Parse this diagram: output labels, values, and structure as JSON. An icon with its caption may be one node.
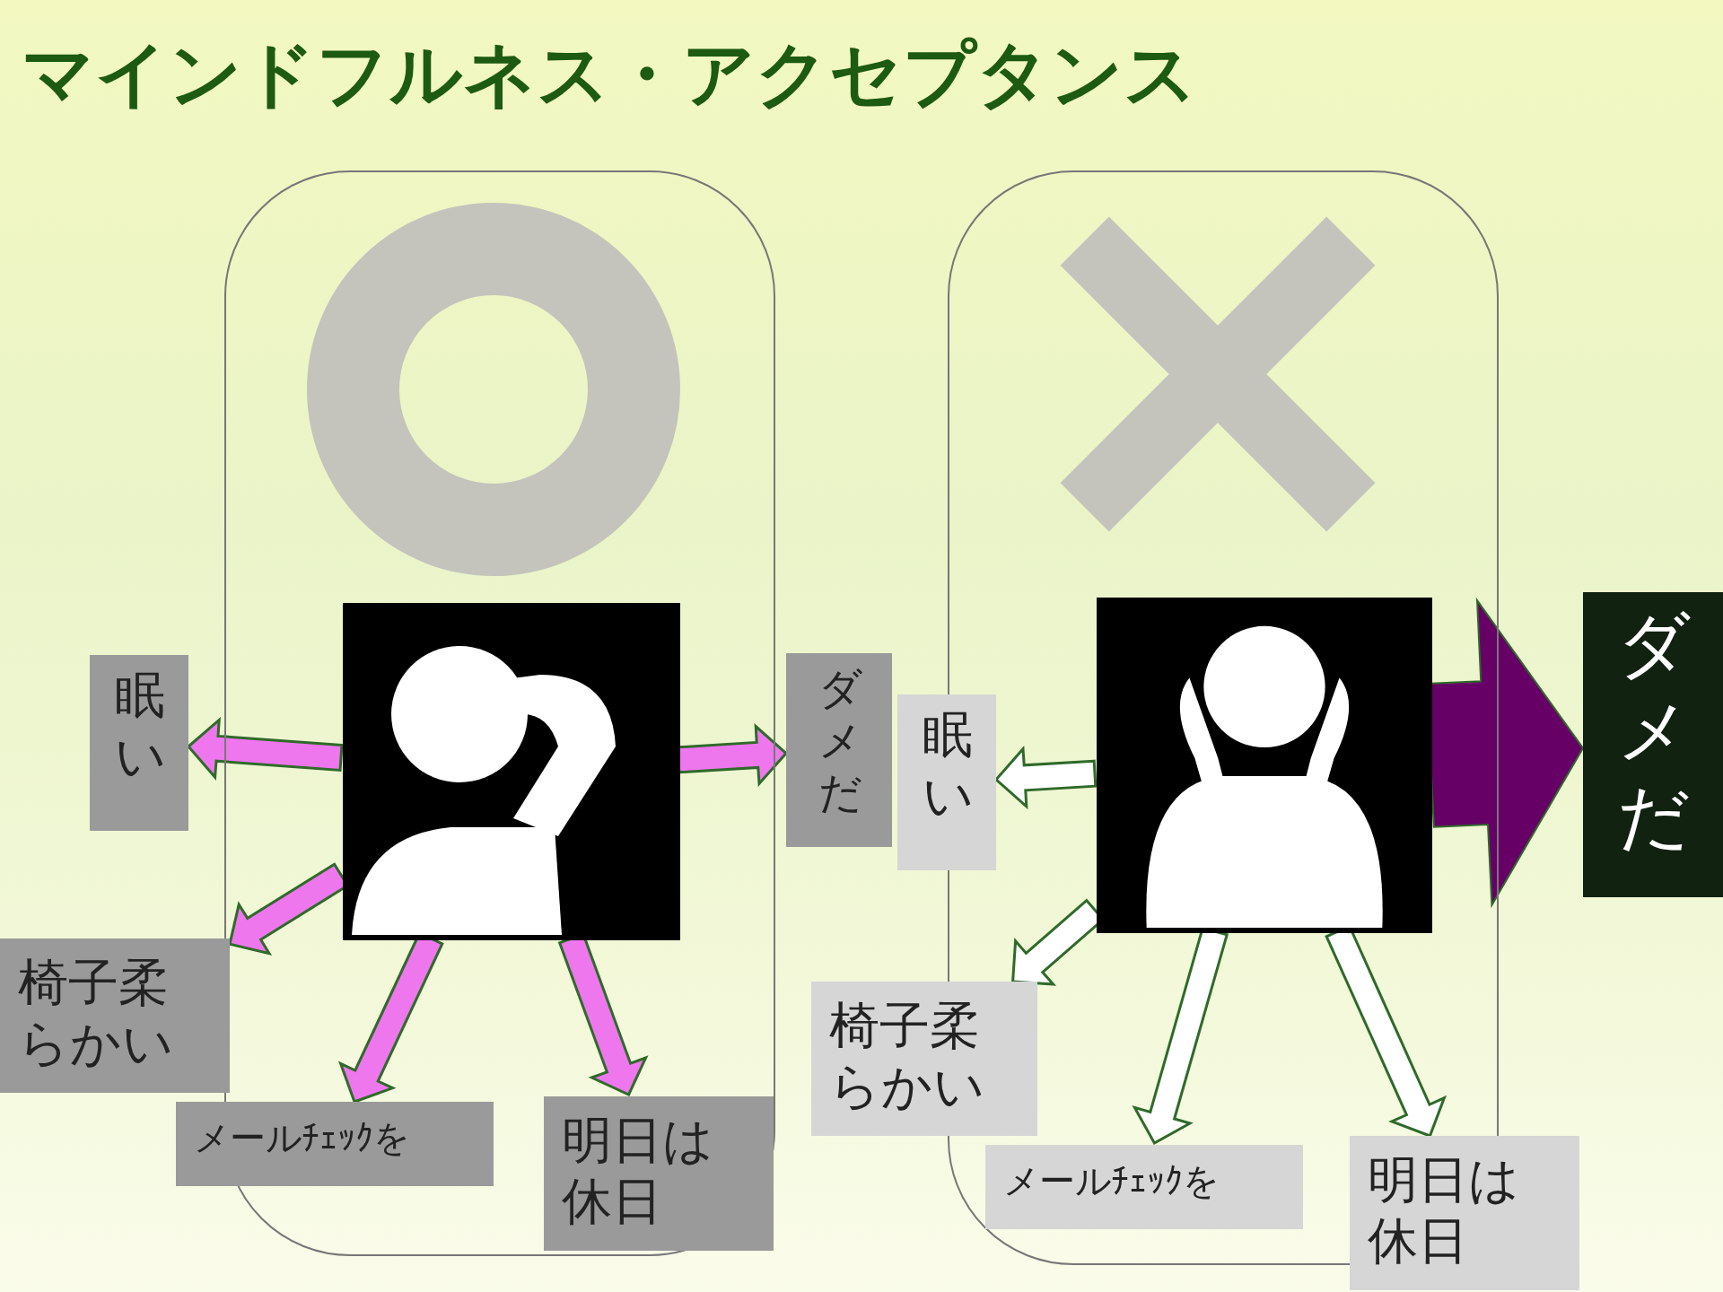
{
  "diagram": {
    "title": "マインドフルネス・アクセプタンス",
    "nodes": [
      {
        "text": [],
        "shape": "box"
      },
      {
        "text": [],
        "shape": "circle",
        "in": 0
      },
      {
        "text": [],
        "shape": "picture",
        "in": 0
      },
      {
        "text": [],
        "shape": "box"
      },
      {
        "text": [],
        "shape": "cross",
        "in": 3
      },
      {
        "text": [],
        "shape": "picture",
        "in": 3
      },
      {
        "text": [
          "眠い"
        ]
      },
      {
        "text": [
          "ダメだ"
        ]
      },
      {
        "text": [
          "眠い"
        ]
      },
      {
        "text": [
          "ダメだ"
        ]
      },
      {
        "text": [
          "椅子柔らかい"
        ]
      },
      {
        "text": [
          "椅子柔らかい"
        ]
      },
      {
        "text": [
          "メールﾁｪｯｸを"
        ]
      },
      {
        "text": [
          "明日は休日"
        ],
        "in": 0
      },
      {
        "text": [
          "メールﾁｪｯｸを"
        ],
        "in": 3
      },
      {
        "text": [
          "明日は休日"
        ]
      }
    ],
    "edges": [
      {
        "from": 2,
        "to": 6,
        "arrow": "to",
        "color": "#ee77ee"
      },
      {
        "from": 2,
        "to": 7,
        "arrow": "to",
        "color": "#ee77ee"
      },
      {
        "from": 2,
        "to": 10,
        "arrow": "to",
        "color": "#ee77ee"
      },
      {
        "from": 2,
        "to": 12,
        "arrow": "to",
        "color": "#ee77ee"
      },
      {
        "from": 2,
        "to": 13,
        "arrow": "to",
        "color": "#ee77ee"
      },
      {
        "from": 5,
        "to": 8,
        "arrow": "to",
        "color": "#ffffff"
      },
      {
        "from": 5,
        "to": 9,
        "arrow": "to",
        "style": "thick",
        "color": "#660066"
      },
      {
        "from": 5,
        "to": 11,
        "arrow": "to",
        "color": "#ffffff"
      },
      {
        "from": 5,
        "to": 14,
        "arrow": "to",
        "color": "#ffffff"
      },
      {
        "from": 5,
        "to": 15,
        "arrow": "to",
        "color": "#ffffff"
      }
    ]
  }
}
